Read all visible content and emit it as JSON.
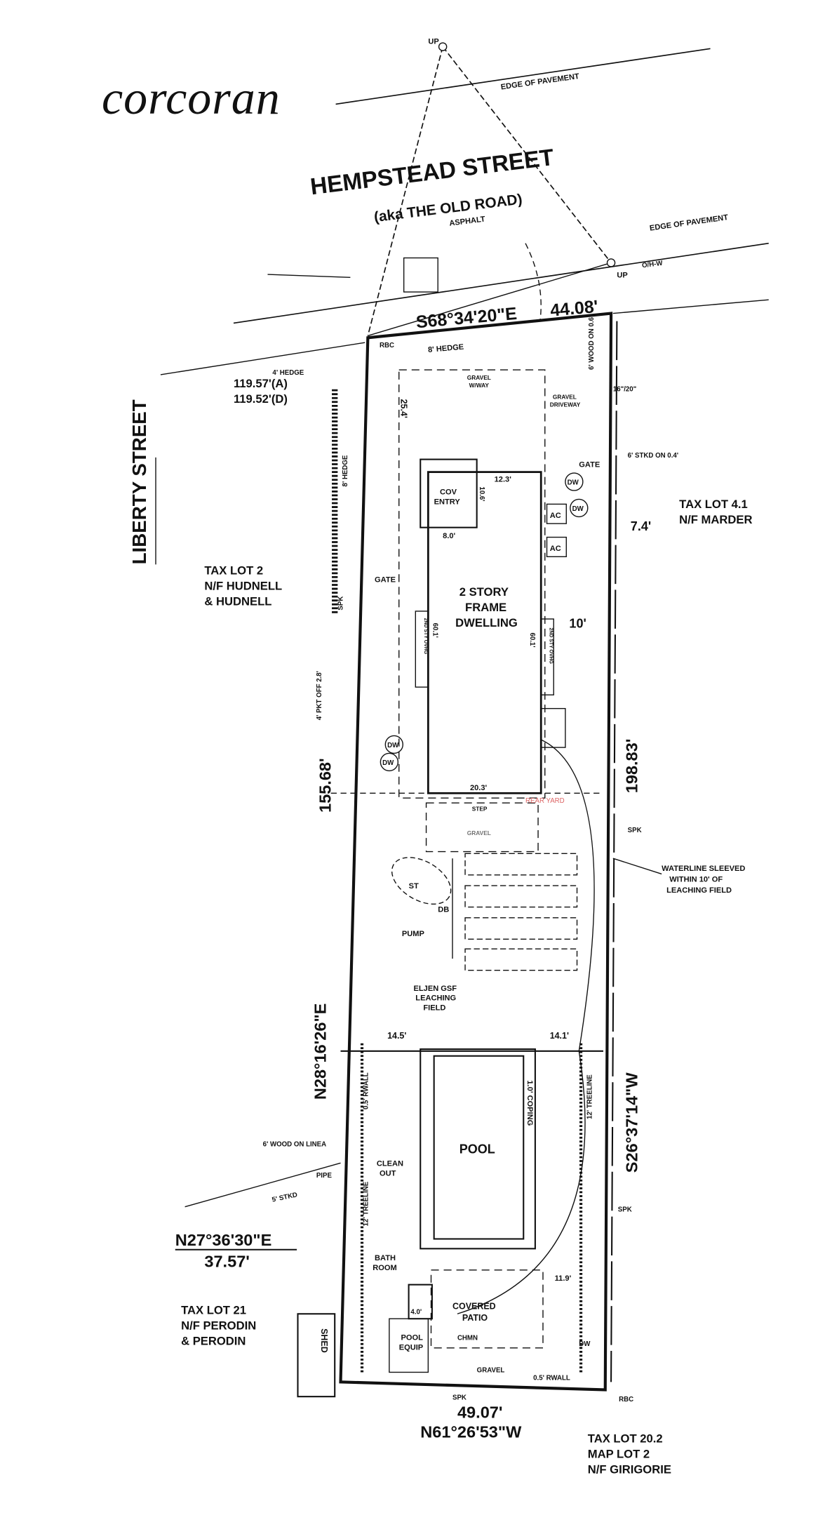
{
  "brand": {
    "logo_text": "corcoran"
  },
  "street": {
    "name": "HEMPSTEAD STREET",
    "aka": "(aka THE OLD ROAD)",
    "surface": "ASPHALT",
    "edge_pavement": "EDGE OF PAVEMENT",
    "side_street": "LIBERTY STREET",
    "utility_pole": "UP",
    "overhead_wire": "O/H-W"
  },
  "bearings": {
    "front": "S68°34'20\"E",
    "front_dist": "44.08'",
    "left": "N28°16'26\"E",
    "left_dist": "155.68'",
    "right": "S26°37'14\"W",
    "right_dist": "198.83'",
    "rear": "N61°26'53\"W",
    "rear_dist": "49.07'",
    "jog": "N27°36'30\"E",
    "jog_dist": "37.57'",
    "tie_a": "119.57'(A)",
    "tie_d": "119.52'(D)"
  },
  "neighbors": {
    "lot_2": [
      "TAX LOT 2",
      "N/F HUDNELL",
      "& HUDNELL"
    ],
    "lot_41": [
      "TAX LOT 4.1",
      "N/F MARDER"
    ],
    "lot_21": [
      "TAX LOT 21",
      "N/F PERODIN",
      "& PERODIN"
    ],
    "lot_202": [
      "TAX LOT 20.2",
      "MAP LOT 2",
      "N/F GIRIGORIE"
    ]
  },
  "structures": {
    "house": [
      "2 STORY",
      "FRAME",
      "DWELLING"
    ],
    "cov_entry": [
      "COV",
      "ENTRY"
    ],
    "pool": "POOL",
    "coping": "1.0' COPING",
    "covered_patio": [
      "COVERED",
      "PATIO"
    ],
    "pool_equip": [
      "POOL",
      "EQUIP"
    ],
    "bathroom": [
      "BATH",
      "ROOM"
    ],
    "shed": "SHED",
    "chimney": "CHMN",
    "leaching": [
      "ELJEN GSF",
      "LEACHING",
      "FIELD"
    ],
    "pump": "PUMP",
    "st": "ST",
    "db": "DB",
    "cleanout": [
      "CLEAN",
      "OUT"
    ],
    "waterline": [
      "WATERLINE SLEEVED",
      "WITHIN 10' OF",
      "LEACHING FIELD"
    ],
    "gravel_drive": [
      "GRAVEL",
      "DRIVEWAY"
    ],
    "gravel_wway": [
      "GRAVEL",
      "W/WAY"
    ],
    "gravel": "GRAVEL",
    "step": "STEP",
    "rear_yard": "REAR YARD",
    "gate": "GATE",
    "ac": "AC",
    "dw": "DW",
    "hedge8": "8' HEDGE",
    "hedge4": "4' HEDGE",
    "treeline": "12' TREELINE",
    "rwall": "0.5' RWALL",
    "wood_fence": "6' WOOD ON 0.6'",
    "stkd": "6' STKD ON 0.4'",
    "spk": "SPK",
    "rbc": "RBC",
    "pipe": "PIPE",
    "tree": "16\"/20\"",
    "pkt": "4' PKT OFF 2.8'",
    "wood_linea": "6' WOOD ON LINEA",
    "stkd5": "5' STKD"
  },
  "dims": {
    "d254": "25.4'",
    "d123": "12.3'",
    "d106": "10.6'",
    "d80": "8.0'",
    "d601a": "60.1'",
    "d601b": "60.1'",
    "d203": "20.3'",
    "d74": "7.4'",
    "d10": "10'",
    "d145": "14.5'",
    "d141": "14.1'",
    "d119": "11.9'",
    "d40": "4.0'",
    "second_story": "2ND STY OVHG"
  }
}
